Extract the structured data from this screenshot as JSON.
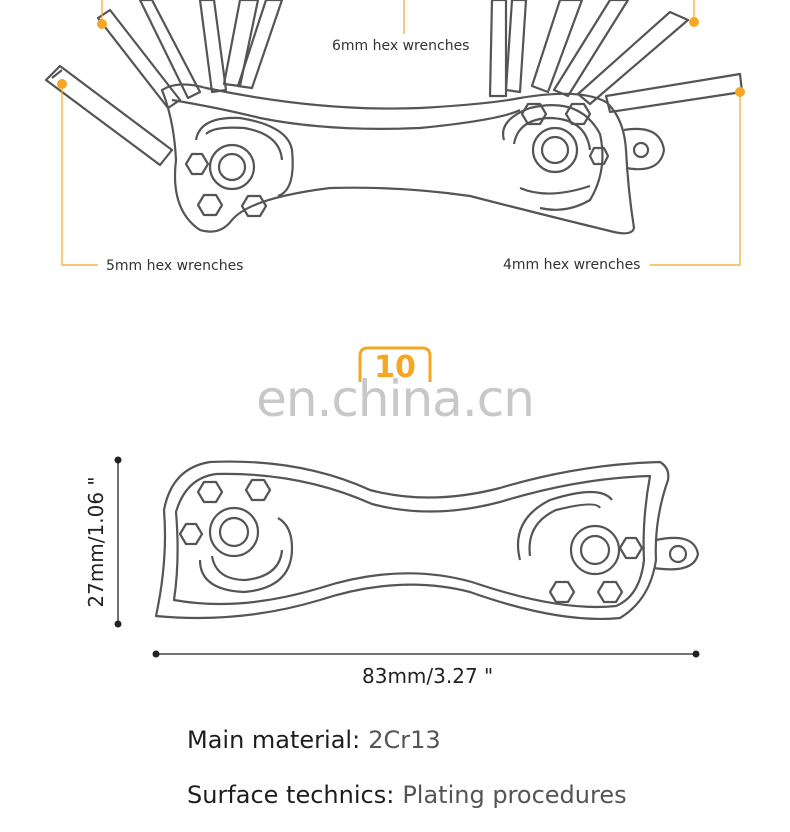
{
  "callouts": {
    "top_center": "6mm hex wrenches",
    "bottom_left": "5mm hex wrenches",
    "bottom_right": "4mm hex wrenches"
  },
  "badge": {
    "text": "10"
  },
  "watermark": "en.china.cn",
  "dimensions": {
    "height": "27mm/1.06 \"",
    "width": "83mm/3.27 \""
  },
  "specs": {
    "material_label": "Main material:",
    "material_value": "2Cr13",
    "surface_label": "Surface technics:",
    "surface_value": "Plating procedures"
  },
  "colors": {
    "accent": "#f5a623",
    "line": "#4a4a4a"
  }
}
